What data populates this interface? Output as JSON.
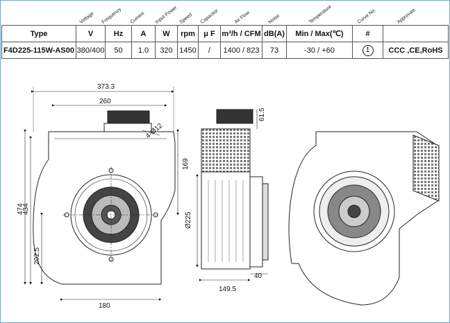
{
  "headers": {
    "voltage": "Voltage",
    "frequency": "Frequency",
    "current": "Current",
    "input_power": "Input Power",
    "speed": "Speed",
    "capacitor": "Capacitor",
    "air_flow": "Air Flow",
    "noise": "Noise",
    "temperature": "Temperature",
    "curve_no": "Curve No.",
    "approvals": "Approvals"
  },
  "units": {
    "type": "Type",
    "voltage": "V",
    "frequency": "Hz",
    "current": "A",
    "power": "W",
    "speed": "rpm",
    "capacitor": "μ F",
    "air_flow": "m³/h / CFM",
    "noise": "dB(A)",
    "temperature": "Min / Max(℃)",
    "curve_no": "#"
  },
  "row": {
    "type": "F4D225-115W-AS00",
    "voltage": "380/400",
    "frequency": "50",
    "current": "1.0",
    "power": "320",
    "speed": "1450",
    "capacitor": "/",
    "air_flow": "1400 / 823",
    "noise": "73",
    "temperature": "-30 / +60",
    "curve_no": "1",
    "approvals": "CCC ,CE,RoHS"
  },
  "dimensions": {
    "width_overall": "373.3",
    "width_inlet": "260",
    "hole": "4-Ø12",
    "height_center": "169",
    "height_total": "474",
    "height_body": "434",
    "height_outlet": "202.5",
    "base_width": "180",
    "diameter": "Ø225",
    "cap_height": "61.5",
    "depth": "149.5",
    "flange": "40"
  }
}
